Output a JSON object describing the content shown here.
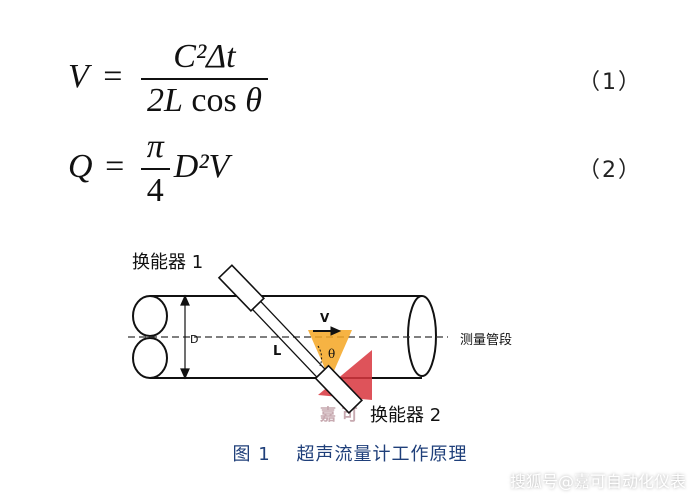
{
  "formula1": {
    "lhs": "V",
    "equals": "=",
    "numerator": "C²Δt",
    "denominator_L": "2L",
    "denominator_cos": "cos",
    "denominator_theta": "θ",
    "number": "（1）"
  },
  "formula2": {
    "lhs": "Q",
    "equals": "=",
    "numerator": "π",
    "denominator": "4",
    "rest": "D²V",
    "number": "（2）"
  },
  "diagram": {
    "transducer1_label": "换能器 1",
    "transducer2_label": "换能器 2",
    "diameter_label": "D",
    "path_label": "L",
    "velocity_label": "V",
    "angle_label": "θ",
    "section_label": "测量管段",
    "logo_text": "嘉 可"
  },
  "caption": "图 1　 超声流量计工作原理",
  "watermark": "搜狐号@嘉可自动化仪表",
  "colors": {
    "caption": "#1f3f7a",
    "logo_orange": "#f5a623",
    "logo_red": "#d9363e"
  }
}
